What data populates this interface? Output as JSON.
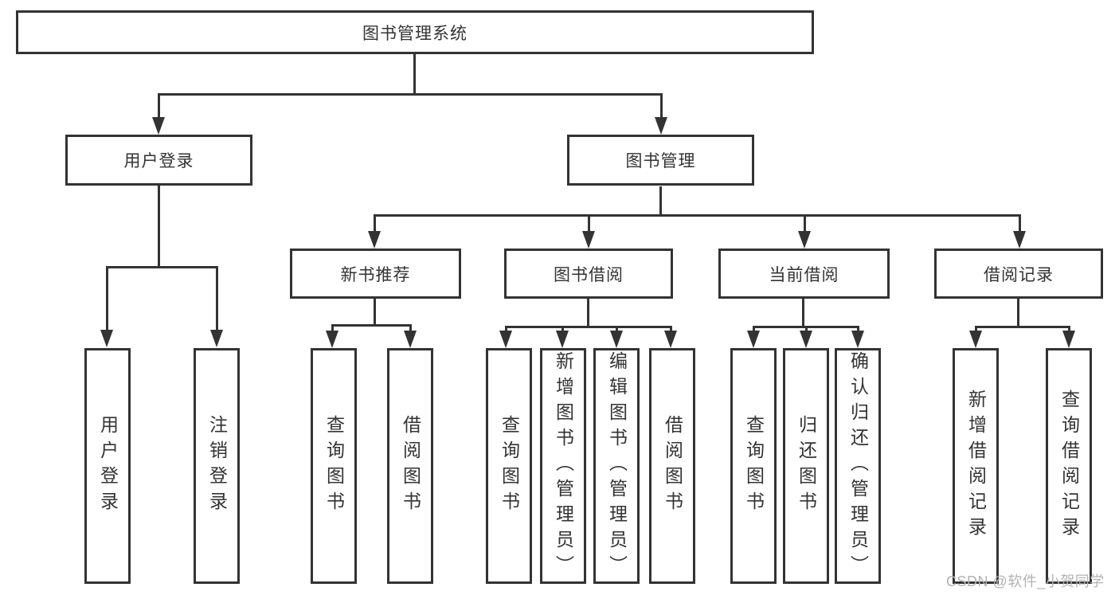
{
  "tree": {
    "root": {
      "label": "图书管理系统",
      "children": [
        {
          "label": "用户登录",
          "children": [
            {
              "label": "用户登录"
            },
            {
              "label": "注销登录"
            }
          ]
        },
        {
          "label": "图书管理",
          "children": [
            {
              "label": "新书推荐",
              "children": [
                {
                  "label": "查询图书"
                },
                {
                  "label": "借阅图书"
                }
              ]
            },
            {
              "label": "图书借阅",
              "children": [
                {
                  "label": "查询图书"
                },
                {
                  "label": "新增图书（管理员）"
                },
                {
                  "label": "编辑图书（管理员）"
                },
                {
                  "label": "借阅图书"
                }
              ]
            },
            {
              "label": "当前借阅",
              "children": [
                {
                  "label": "查询图书"
                },
                {
                  "label": "归还图书"
                },
                {
                  "label": "确认归还（管理员）"
                }
              ]
            },
            {
              "label": "借阅记录",
              "children": [
                {
                  "label": "新增借阅记录"
                },
                {
                  "label": "查询借阅记录"
                }
              ]
            }
          ]
        }
      ]
    }
  },
  "watermark": {
    "text": "CSDN @软件_小贺同学"
  },
  "colors": {
    "line": "#333333",
    "text": "#333333",
    "box_background": "#ffffff",
    "watermark": "#b3b3b3"
  }
}
